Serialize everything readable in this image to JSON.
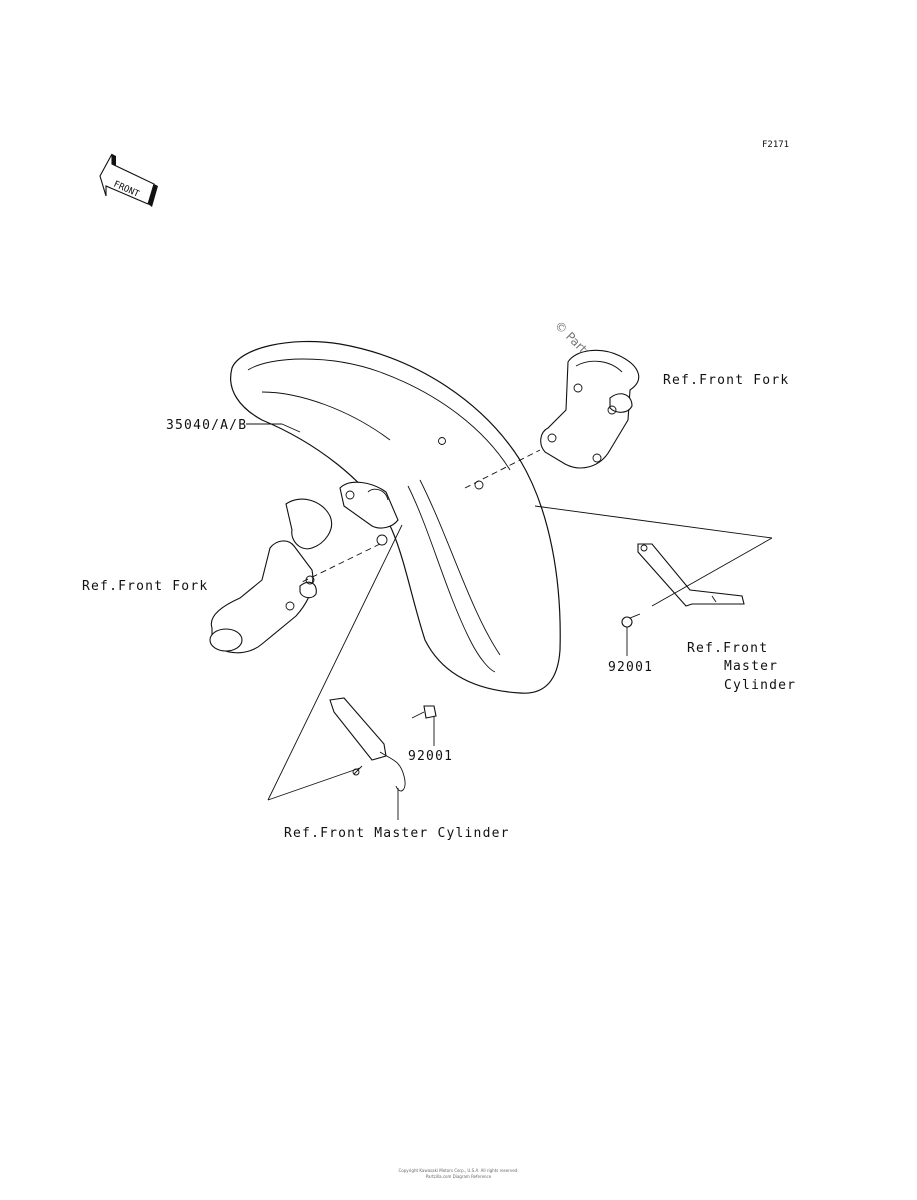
{
  "figure_code": "F2171",
  "front_indicator": "FRONT",
  "watermark": "© Partzilla.com",
  "labels": {
    "fender_part": "35040/A/B",
    "front_fork_right": "Ref.Front Fork",
    "front_fork_left": "Ref.Front Fork",
    "bolt_upper": "92001",
    "bolt_lower": "92001",
    "master_cyl_right": [
      "Ref.Front",
      "Master",
      "Cylinder"
    ],
    "master_cyl_bottom": "Ref.Front Master Cylinder"
  },
  "footer": [
    "Copyright Kawasaki Motors Corp., U.S.A. All rights reserved.",
    "Partzilla.com Diagram Reference"
  ]
}
